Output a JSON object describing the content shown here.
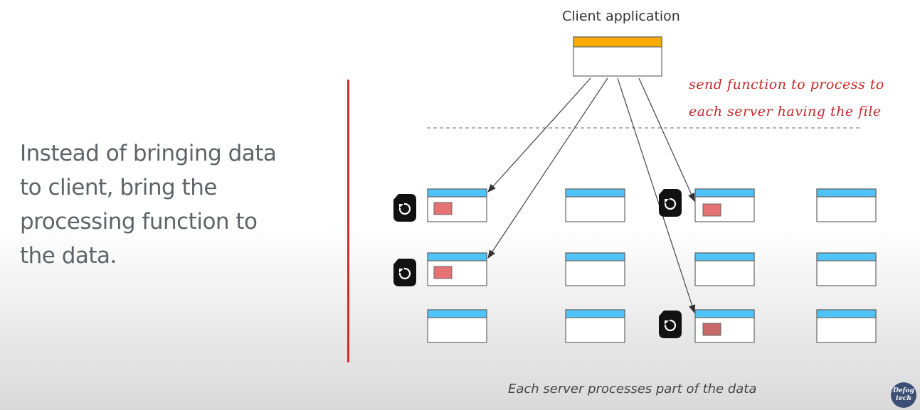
{
  "main_text": {
    "lines": [
      "Instead of bringing data",
      "to client, bring the",
      "processing function to",
      "the data."
    ]
  },
  "client": {
    "label": "Client application"
  },
  "note": {
    "lines": [
      "send function to process to",
      "each server having the file"
    ]
  },
  "caption": "Each server processes part of the data",
  "logo": {
    "line1": "Defog",
    "line2": "tech"
  },
  "colors": {
    "divider": "#d32f2f",
    "client_header": "#f9ab00",
    "server_header": "#4fc3f7",
    "data_block": "#e57373",
    "note_text": "#c62828"
  },
  "servers": {
    "rows": 3,
    "cols": 4,
    "with_data": [
      {
        "row": 1,
        "col": 1
      },
      {
        "row": 2,
        "col": 1
      },
      {
        "row": 1,
        "col": 3
      },
      {
        "row": 3,
        "col": 3
      }
    ]
  },
  "icons": [
    "function-icon",
    "function-icon",
    "function-icon",
    "function-icon"
  ]
}
